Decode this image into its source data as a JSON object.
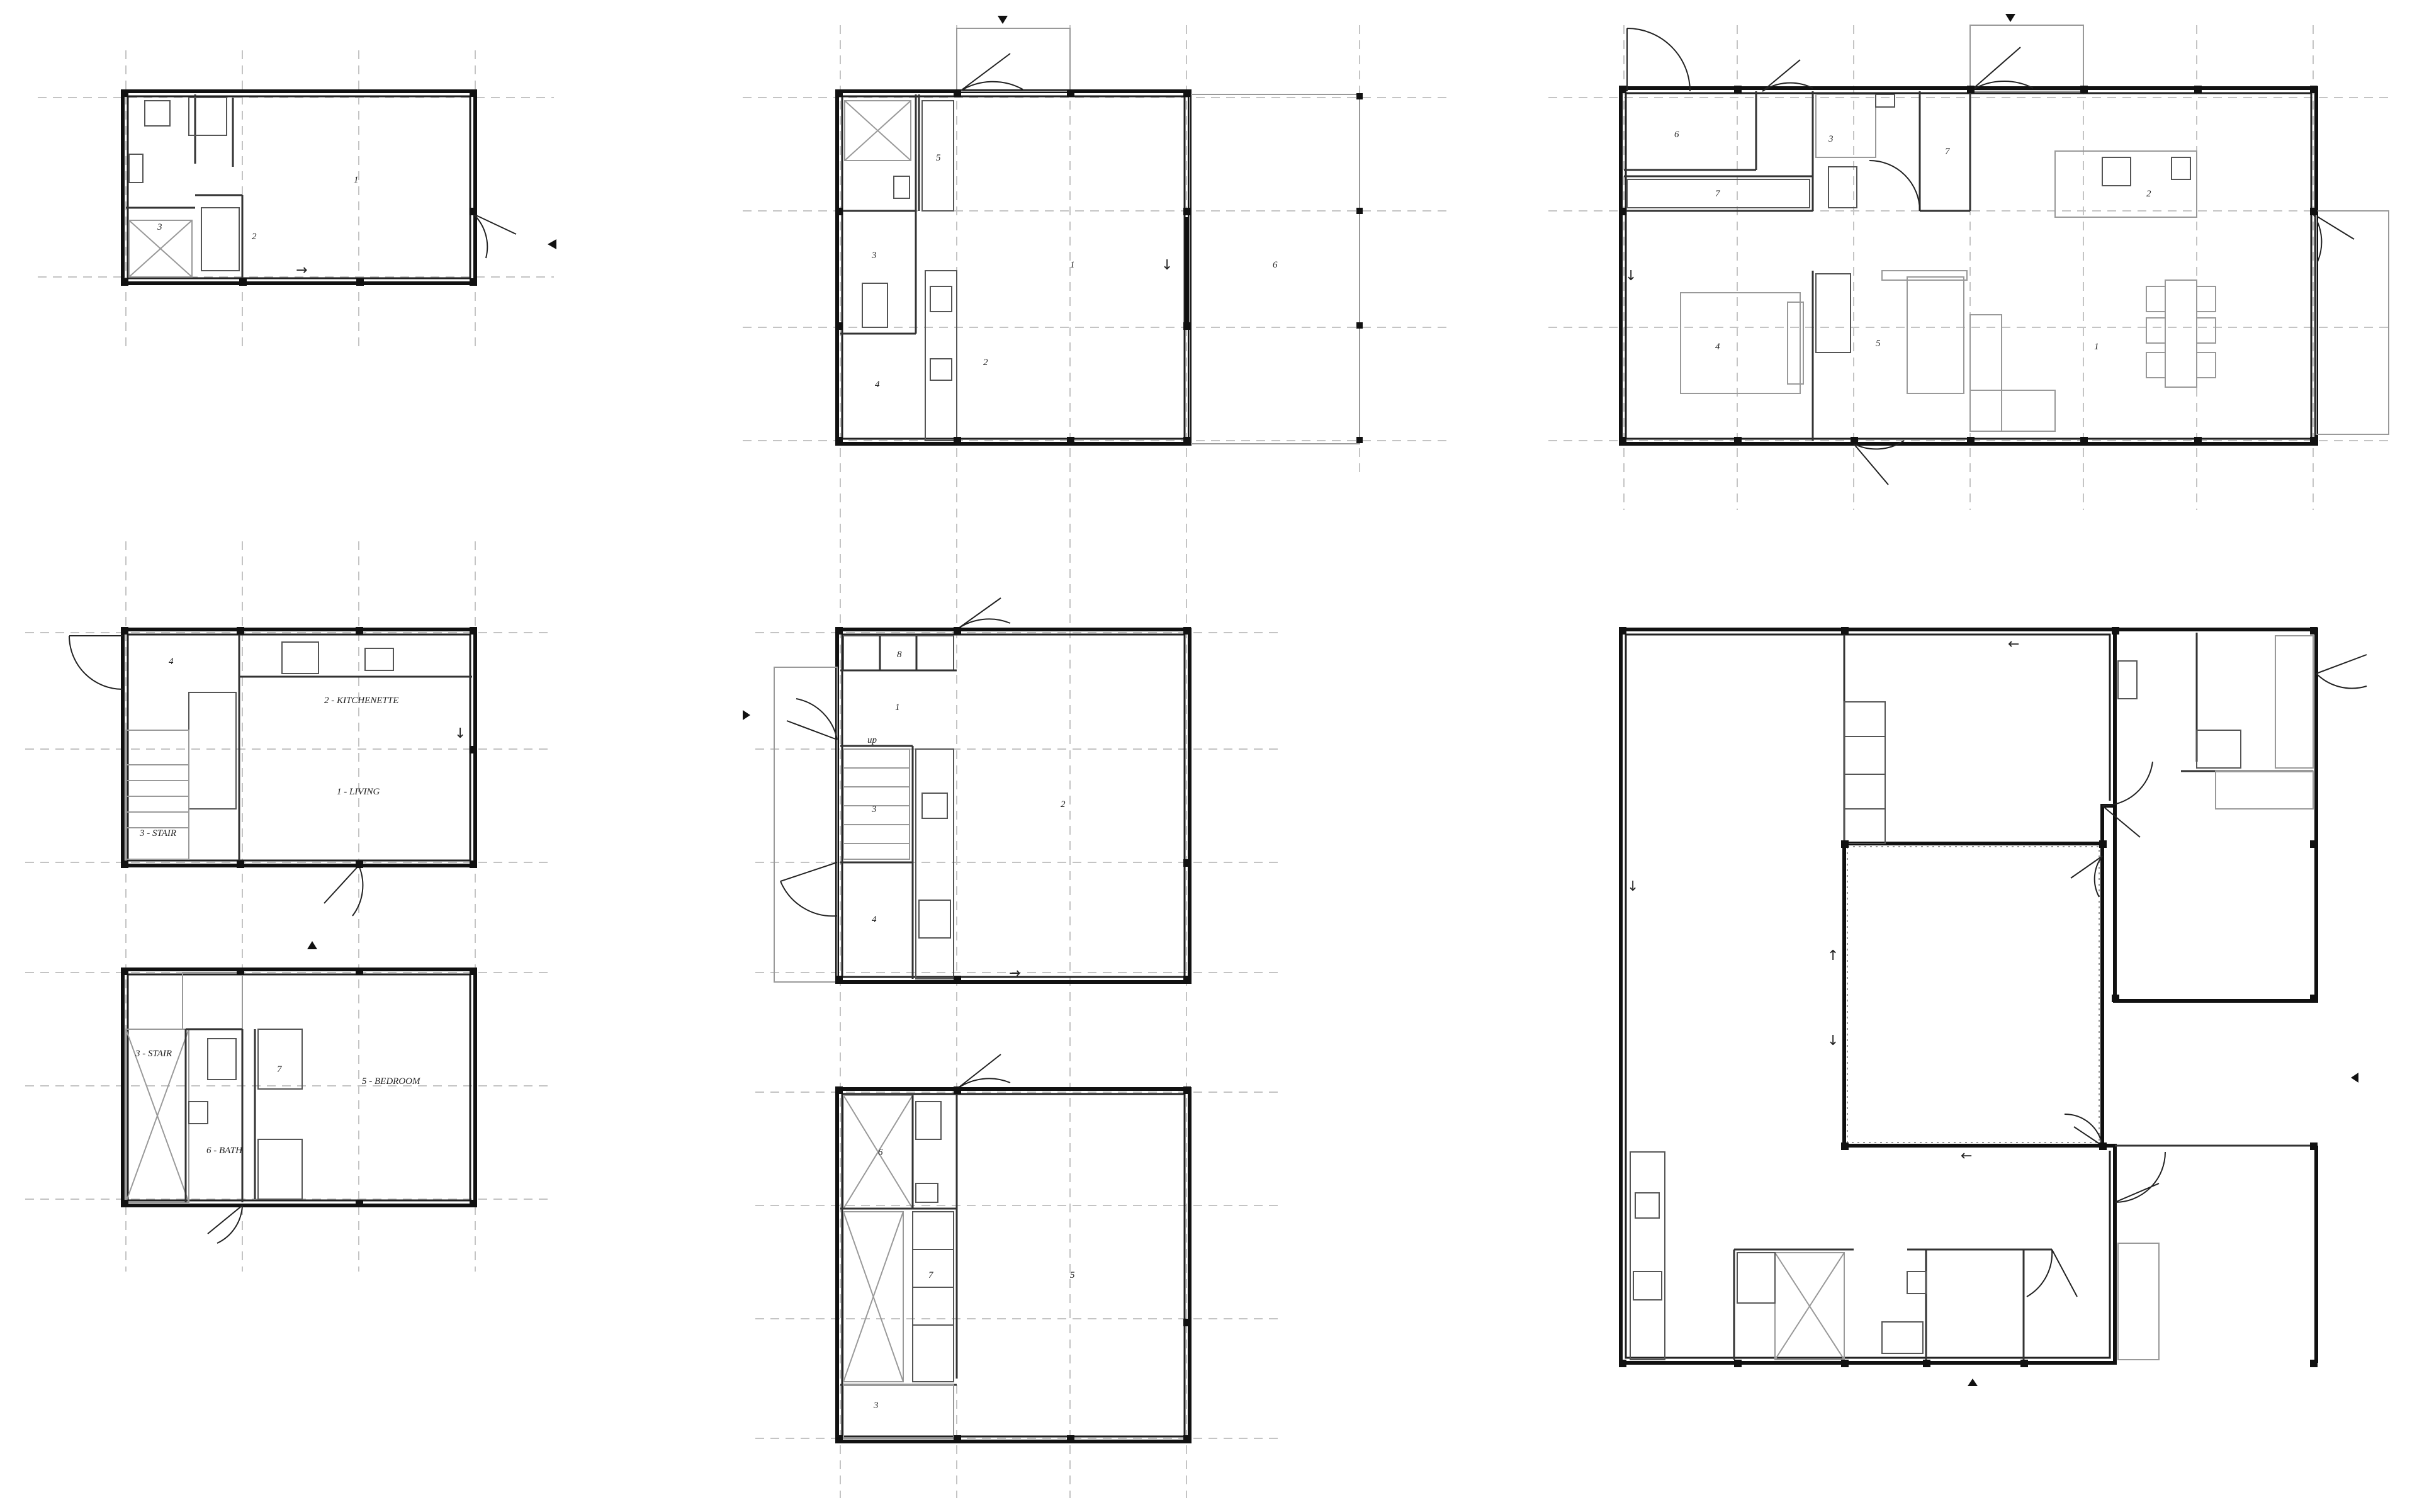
{
  "plans": {
    "p1": {
      "labels": [
        "1",
        "2",
        "3"
      ]
    },
    "p2": {
      "labels": [
        "1",
        "2",
        "3",
        "4",
        "5",
        "6"
      ]
    },
    "p3": {
      "labels": [
        "1",
        "2",
        "3",
        "4",
        "5",
        "6",
        "7",
        "7"
      ]
    },
    "p4": {
      "labels": [
        "1 - LIVING",
        "2 - KITCHENETTE",
        "3 - STAIR",
        "4"
      ]
    },
    "p5": {
      "labels": [
        "3 - STAIR",
        "5 - BEDROOM",
        "6 - BATH",
        "7"
      ]
    },
    "p6": {
      "labels": [
        "1",
        "2",
        "3",
        "4",
        "8",
        "up"
      ]
    },
    "p7": {
      "labels": [
        "3",
        "5",
        "6",
        "7"
      ]
    }
  },
  "symbols": {
    "arrow_right": "→",
    "arrow_left": "←",
    "arrow_up": "↑",
    "arrow_down": "↓"
  }
}
